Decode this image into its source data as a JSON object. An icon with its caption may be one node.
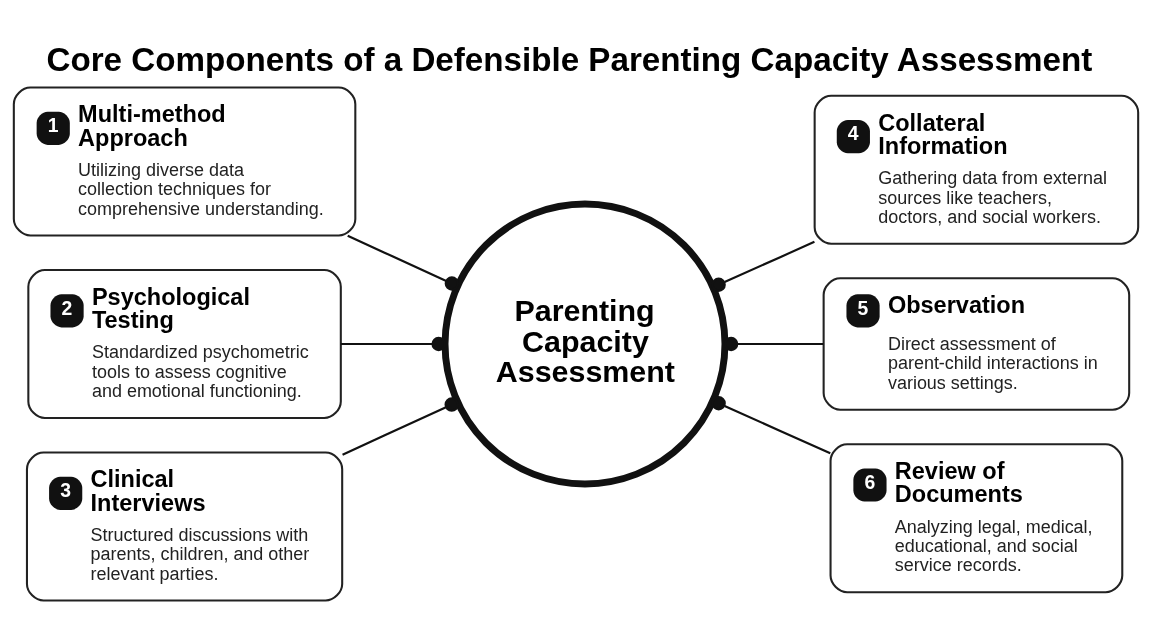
{
  "diagram": {
    "title": "Core Components of a Defensible Parenting Capacity Assessment",
    "nodes": [
      {
        "text": [
          "1",
          "Multi-method Approach",
          "Utilizing diverse data collection techniques for comprehensive understanding."
        ]
      },
      {
        "text": [
          "2",
          "Psychological Testing",
          "Standardized psychometric tools to assess cognitive and emotional functioning."
        ]
      },
      {
        "text": [
          "3",
          "Clinical Interviews",
          "Structured discussions with parents, children, and other relevant parties."
        ]
      },
      {
        "text": [
          "Parenting Capacity Assessment"
        ]
      },
      {
        "text": [
          "4",
          "Collateral Information",
          "Gathering data from external sources like teachers, doctors, and social workers."
        ]
      },
      {
        "text": [
          "5",
          "Observation",
          "Direct assessment of parent-child interactions in various settings."
        ]
      },
      {
        "text": [
          "6",
          "Review of Documents",
          "Analyzing legal, medical, educational, and social service records."
        ]
      }
    ],
    "edges": [
      {
        "from": 0,
        "to": 3,
        "arrow": "other"
      },
      {
        "from": 1,
        "to": 3,
        "arrow": "other"
      },
      {
        "from": 2,
        "to": 3,
        "arrow": "other"
      },
      {
        "from": 3,
        "to": 4,
        "arrow": "other"
      },
      {
        "from": 3,
        "to": 5,
        "arrow": "other"
      },
      {
        "from": 3,
        "to": 6,
        "arrow": "other"
      }
    ]
  }
}
